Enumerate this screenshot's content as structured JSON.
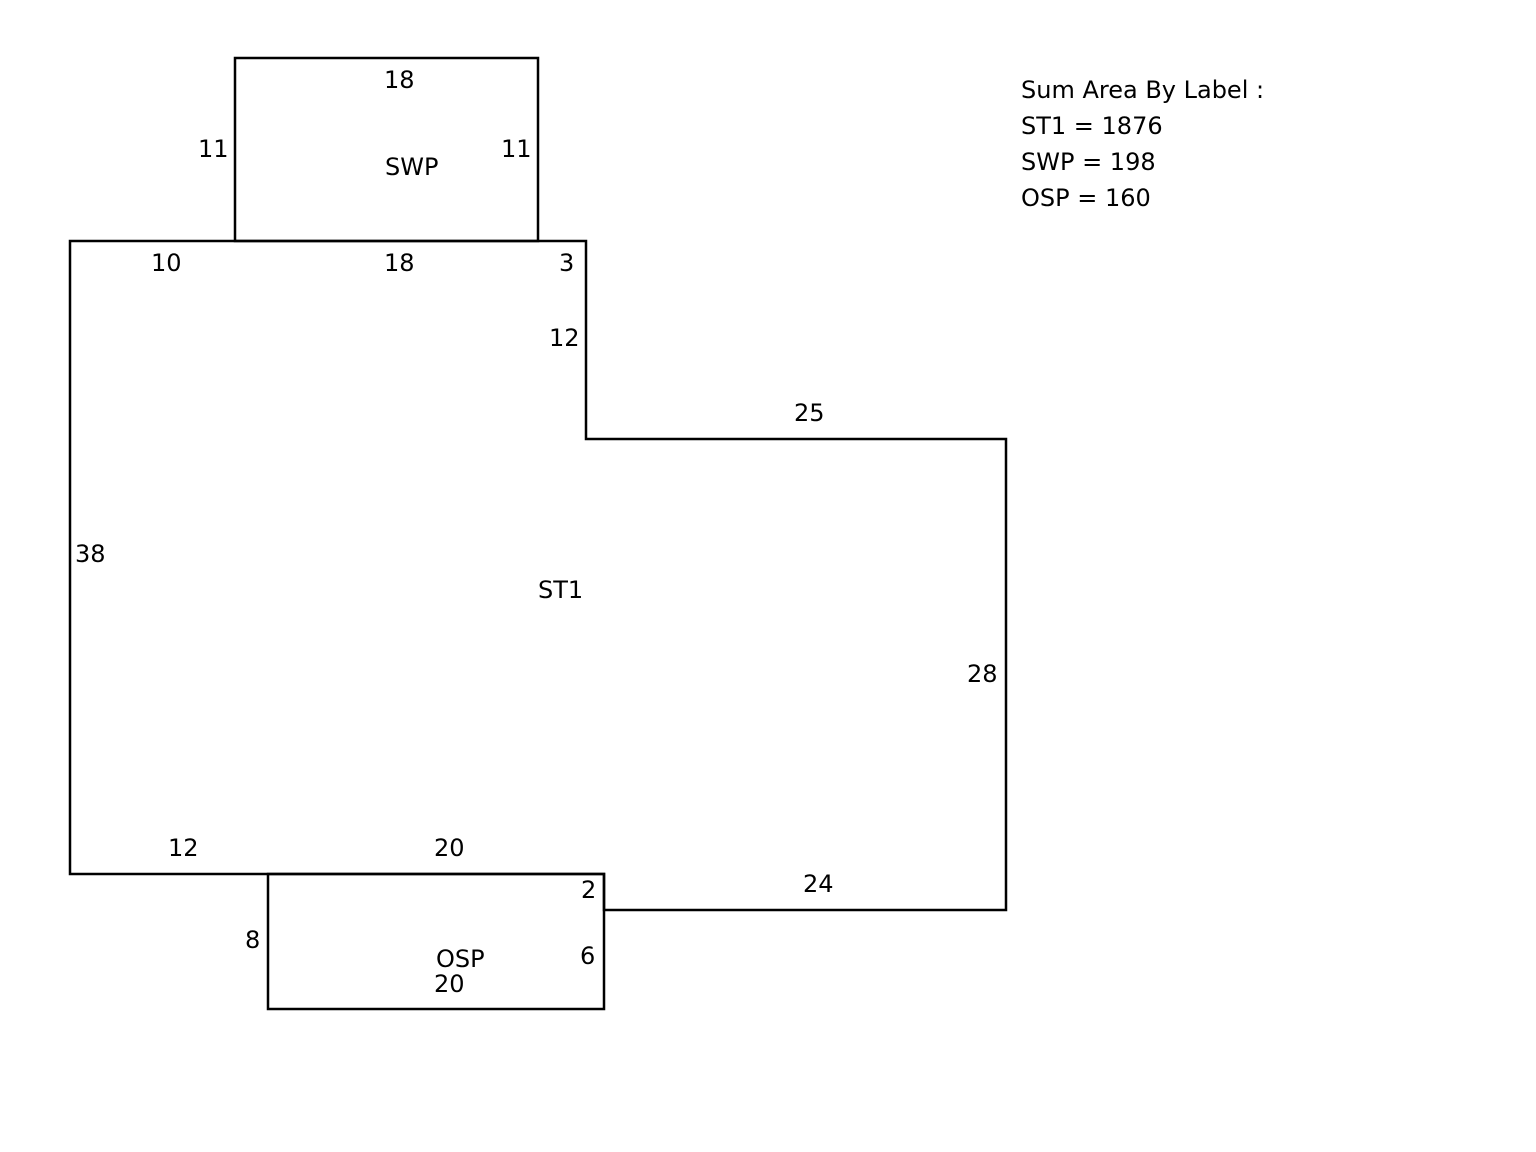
{
  "legend": {
    "title": "Sum Area By Label :",
    "entries": [
      {
        "label": "ST1",
        "area": "1876",
        "text": "ST1 = 1876"
      },
      {
        "label": "SWP",
        "area": "198",
        "text": "SWP = 198"
      },
      {
        "label": "OSP",
        "area": "160",
        "text": "OSP = 160"
      }
    ]
  },
  "areas": {
    "st1": {
      "label": "ST1",
      "dims": {
        "top_left": "10",
        "top_mid": "18",
        "top_right": "3",
        "inner_vertical": "12",
        "upper_right": "25",
        "right": "28",
        "bottom_right": "24",
        "bottom_mid": "20",
        "bottom_left": "12",
        "left": "38"
      }
    },
    "swp": {
      "label": "SWP",
      "dims": {
        "top": "18",
        "left": "11",
        "right": "11"
      }
    },
    "osp": {
      "label": "OSP",
      "dims": {
        "left": "8",
        "right_top": "2",
        "right": "6",
        "bottom": "20"
      }
    }
  }
}
